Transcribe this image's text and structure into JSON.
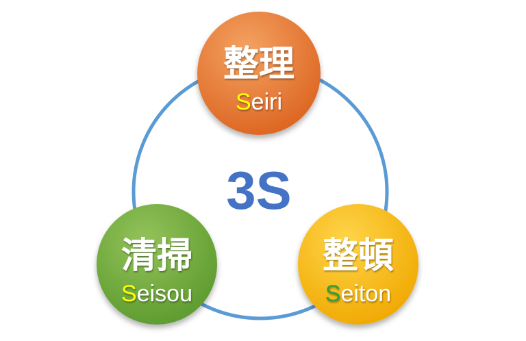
{
  "center": {
    "label": "3S",
    "color": "#4472C4"
  },
  "ring_color": "#5B9BD5",
  "nodes": [
    {
      "id": "seiri",
      "kanji": "整理",
      "initial": "S",
      "rest": "eiri",
      "initial_color": "#FFFF00",
      "colors": {
        "light": "#F4A262",
        "dark": "#DC6420"
      }
    },
    {
      "id": "seiso",
      "kanji": "清掃",
      "initial": "S",
      "rest": "eisou",
      "initial_color": "#FFFF00",
      "colors": {
        "light": "#93C35A",
        "dark": "#5C9A2E"
      }
    },
    {
      "id": "seiton",
      "kanji": "整頓",
      "initial": "S",
      "rest": "eiton",
      "initial_color": "#2E9E3B",
      "colors": {
        "light": "#FFD54A",
        "dark": "#F0A800"
      }
    }
  ]
}
